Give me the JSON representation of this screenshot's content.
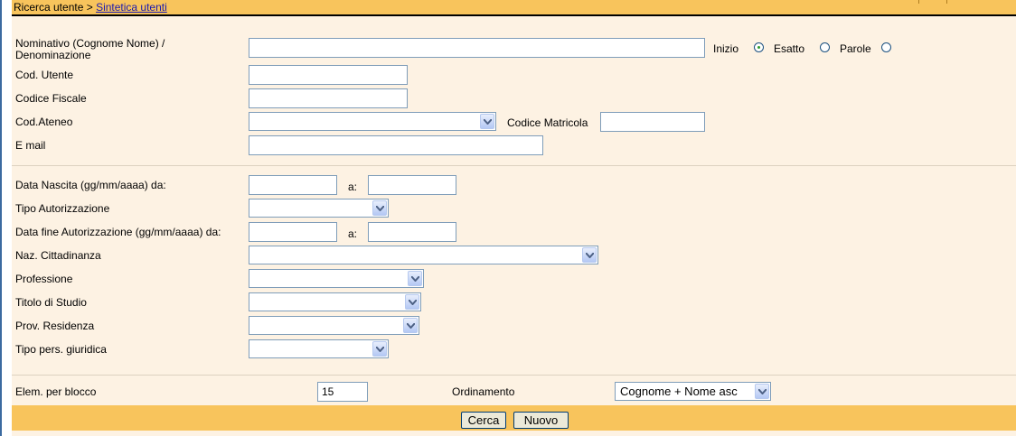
{
  "breadcrumb": {
    "root": "Ricerca utente > ",
    "current": "Sintetica utenti"
  },
  "form": {
    "nominativo_label_line1": "Nominativo (Cognome Nome) /",
    "nominativo_label_line2": "Denominazione",
    "nominativo_value": "",
    "match_options": {
      "inizio": "Inizio",
      "esatto": "Esatto",
      "parole": "Parole",
      "selected": "inizio"
    },
    "cod_utente_label": "Cod. Utente",
    "codice_fiscale_label": "Codice Fiscale",
    "cod_ateneo_label": "Cod.Ateneo",
    "codice_matricola_label": "Codice Matricola",
    "email_label": "E mail",
    "data_nascita_label": "Data Nascita (gg/mm/aaaa) da:",
    "a_label": "a:",
    "tipo_autorizzazione_label": "Tipo Autorizzazione",
    "data_fine_label": "Data fine Autorizzazione (gg/mm/aaaa) da:",
    "naz_cittadinanza_label": "Naz. Cittadinanza",
    "professione_label": "Professione",
    "titolo_studio_label": "Titolo di Studio",
    "prov_residenza_label": "Prov. Residenza",
    "tipo_pers_label": "Tipo pers. giuridica",
    "elem_blocco_label": "Elem. per blocco",
    "elem_blocco_value": "15",
    "ordinamento_label": "Ordinamento",
    "ordinamento_value": "Cognome + Nome asc"
  },
  "buttons": {
    "cerca": "Cerca",
    "nuovo": "Nuovo"
  }
}
